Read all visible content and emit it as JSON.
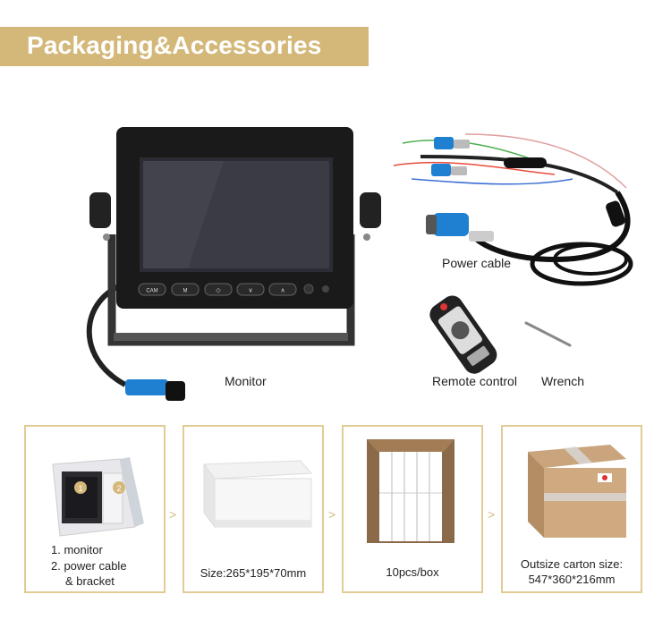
{
  "banner": {
    "title": "Packaging&Accessories"
  },
  "top_labels": {
    "monitor": "Monitor",
    "power_cable": "Power cable",
    "remote_control": "Remote control",
    "wrench": "Wrench"
  },
  "monitor_buttons": [
    "CAM",
    "M",
    "◇",
    "∨",
    "∧"
  ],
  "cards": [
    {
      "lines": [
        "1. monitor",
        "2. power cable",
        "& bracket"
      ],
      "badges": [
        "1",
        "2"
      ]
    },
    {
      "lines": [
        "Size:265*195*70mm"
      ]
    },
    {
      "lines": [
        "10pcs/box"
      ]
    },
    {
      "lines": [
        "Outsize carton size:",
        "547*360*216mm"
      ]
    }
  ],
  "colors": {
    "accent": "#d4b87a",
    "border": "#e2cc94",
    "cable_blue": "#1f7fd1"
  }
}
